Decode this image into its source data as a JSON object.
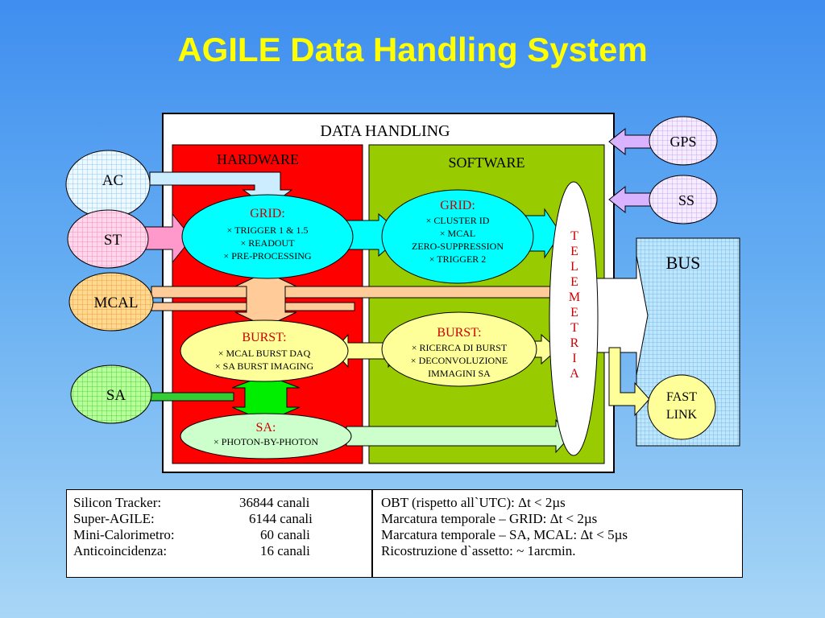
{
  "title": "AGILE Data Handling System",
  "data_handling": "DATA HANDLING",
  "hardware": "HARDWARE",
  "software": "SOFTWARE",
  "ac": "AC",
  "st": "ST",
  "mcal": "MCAL",
  "sa": "SA",
  "gps": "GPS",
  "ss": "SS",
  "bus": "BUS",
  "fast_link": [
    "FAST",
    "LINK"
  ],
  "telemetria": [
    "T",
    "E",
    "L",
    "E",
    "M",
    "E",
    "T",
    "R",
    "I",
    "A"
  ],
  "hw_grid": {
    "title": "GRID:",
    "items": [
      "TRIGGER 1 & 1.5",
      "READOUT",
      "PRE-PROCESSING"
    ]
  },
  "hw_burst": {
    "title": "BURST:",
    "items": [
      "MCAL BURST DAQ",
      "SA BURST IMAGING"
    ]
  },
  "hw_sa": {
    "title": "SA:",
    "items": [
      "PHOTON-BY-PHOTON"
    ]
  },
  "sw_grid": {
    "title": "GRID:",
    "items": [
      "CLUSTER ID",
      "MCAL",
      "ZERO-SUPPRESSION",
      "TRIGGER 2"
    ]
  },
  "sw_burst": {
    "title": "BURST:",
    "items": [
      "RICERCA DI BURST",
      "DECONVOLUZIONE",
      "IMMAGINI SA"
    ]
  },
  "channels": [
    {
      "name": "Silicon Tracker:",
      "value": "36844 canali"
    },
    {
      "name": "Super-AGILE:",
      "value": "6144 canali"
    },
    {
      "name": "Mini-Calorimetro:",
      "value": "60 canali"
    },
    {
      "name": "Anticoincidenza:",
      "value": "16 canali"
    }
  ],
  "timing": [
    "OBT (rispetto all`UTC): Δt < 2µs",
    "Marcatura temporale – GRID: Δt <  2µs",
    "Marcatura temporale – SA, MCAL: Δt < 5µs",
    "Ricostruzione d`assetto: ~ 1arcmin."
  ],
  "colors": {
    "title": "#ffff00",
    "hardware_bg": "#ff0000",
    "software_bg": "#99cc00",
    "cyan": "#00ffff",
    "yellow": "#ffff99",
    "green": "#66ff66",
    "pink": "#ff99cc",
    "orange": "#ffcc66",
    "lightblue": "#ccecff",
    "lavender": "#e0c8ff",
    "peach": "#ffcc99",
    "label_red": "#cc0000"
  }
}
